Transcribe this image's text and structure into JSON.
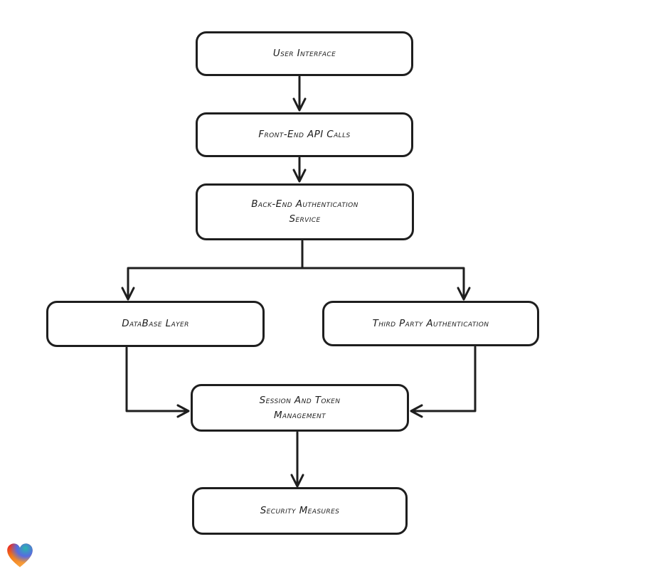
{
  "canvas": {
    "background": "#ffffff",
    "stroke_color": "#1e1e1e",
    "node_fill": "#ffffff"
  },
  "diagram": {
    "nodes": [
      {
        "id": "user-interface",
        "label": "User Interface"
      },
      {
        "id": "front-end-api-calls",
        "label": "Front-End API Calls"
      },
      {
        "id": "back-end-authentication-service",
        "label": "Back-End Authentication\nService"
      },
      {
        "id": "database-layer",
        "label": "DataBase Layer"
      },
      {
        "id": "third-party-authentication",
        "label": "Third Party Authentication"
      },
      {
        "id": "session-and-token-management",
        "label": "Session And Token\nManagement"
      },
      {
        "id": "security-measures",
        "label": "Security Measures"
      }
    ],
    "edges": [
      {
        "from": "user-interface",
        "to": "front-end-api-calls"
      },
      {
        "from": "front-end-api-calls",
        "to": "back-end-authentication-service"
      },
      {
        "from": "back-end-authentication-service",
        "to": "database-layer"
      },
      {
        "from": "back-end-authentication-service",
        "to": "third-party-authentication"
      },
      {
        "from": "database-layer",
        "to": "session-and-token-management"
      },
      {
        "from": "third-party-authentication",
        "to": "session-and-token-management"
      },
      {
        "from": "session-and-token-management",
        "to": "security-measures"
      }
    ]
  },
  "footer": {
    "logo": {
      "name": "heart-logo",
      "colors": {
        "red": "#e62129",
        "teal": "#2ab7ae",
        "blue": "#4a6af0",
        "orange": "#f79a2e"
      }
    }
  }
}
